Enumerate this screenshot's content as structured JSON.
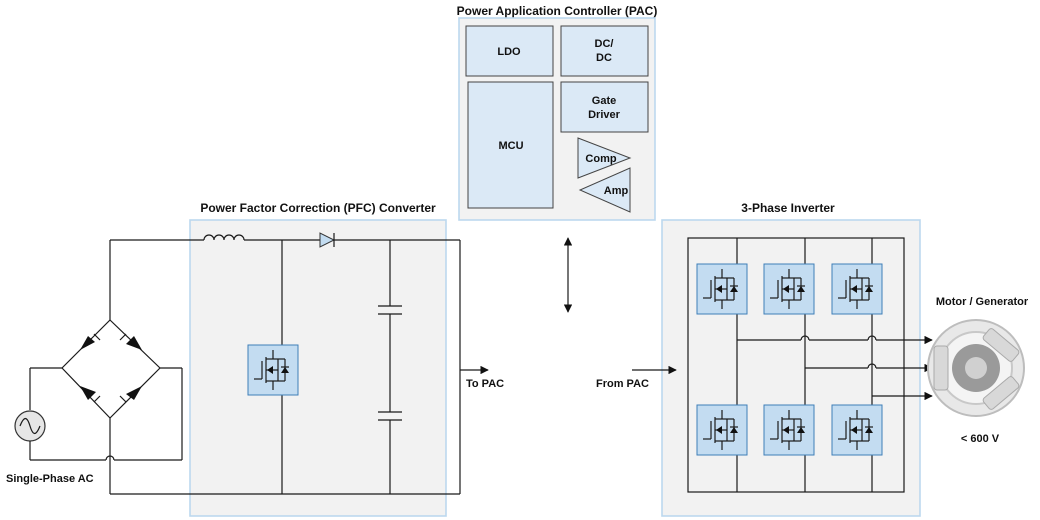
{
  "pac": {
    "title": "Power Application Controller (PAC)",
    "ldo": "LDO",
    "dcdc_line1": "DC/",
    "dcdc_line2": "DC",
    "mcu": "MCU",
    "gate_line1": "Gate",
    "gate_line2": "Driver",
    "comp": "Comp",
    "amp": "Amp"
  },
  "pfc": {
    "title": "Power Factor Correction (PFC) Converter"
  },
  "inverter": {
    "title": "3-Phase Inverter"
  },
  "motor": {
    "title": "Motor / Generator",
    "voltage": "< 600 V"
  },
  "source": {
    "label": "Single-Phase AC"
  },
  "links": {
    "to_pac": "To PAC",
    "from_pac": "From PAC"
  },
  "colors": {
    "panel_fill": "#f2f2f2",
    "panel_border": "#bcd8ee",
    "block_fill": "#dbe9f6",
    "switch_fill": "#c3dcf1"
  }
}
